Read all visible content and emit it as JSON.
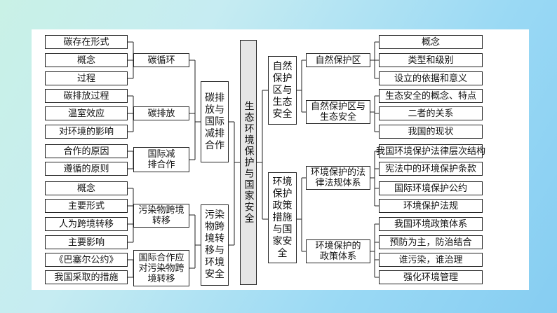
{
  "center": "生态环境保护与国家安全",
  "left": {
    "branch1": {
      "title": "碳排放与国际减排合作",
      "groups": [
        {
          "label": "碳循环",
          "items": [
            "碳存在形式",
            "概念",
            "过程"
          ]
        },
        {
          "label": "碳排放",
          "items": [
            "碳排放过程",
            "温室效应",
            "对环境的影响"
          ]
        },
        {
          "label": "国际减排合作",
          "items": [
            "合作的原因",
            "遵循的原则"
          ]
        }
      ]
    },
    "branch2": {
      "title": "污染物跨境转移与环境安全",
      "groups": [
        {
          "label": "污染物跨境转移",
          "items": [
            "概念",
            "主要形式",
            "人为跨境转移",
            "主要影响"
          ]
        },
        {
          "label": "国际合作应对污染物跨境转移",
          "items": [
            "《巴塞尔公约》",
            "我国采取的措施"
          ]
        }
      ]
    }
  },
  "right": {
    "branch1": {
      "title": "自然保护区与生态安全",
      "groups": [
        {
          "label": "自然保护区",
          "items": [
            "概念",
            "类型和级别",
            "设立的依据和意义"
          ]
        },
        {
          "label": "自然保护区与生态安全",
          "items": [
            "生态安全的概念、特点",
            "二者的关系",
            "我国的现状"
          ]
        }
      ]
    },
    "branch2": {
      "title": "环境保护政策措施与国家安全",
      "groups": [
        {
          "label": "环境保护的法律法规体系",
          "items": [
            "我国环境保护法律层次结构",
            "宪法中的环境保护条款",
            "国际环境保护公约",
            "环境保护法规"
          ]
        },
        {
          "label": "环境保护的政策体系",
          "items": [
            "我国环境政策体系",
            "预防为主，防治结合",
            "谁污染，谁治理",
            "强化环境管理"
          ]
        }
      ]
    }
  }
}
